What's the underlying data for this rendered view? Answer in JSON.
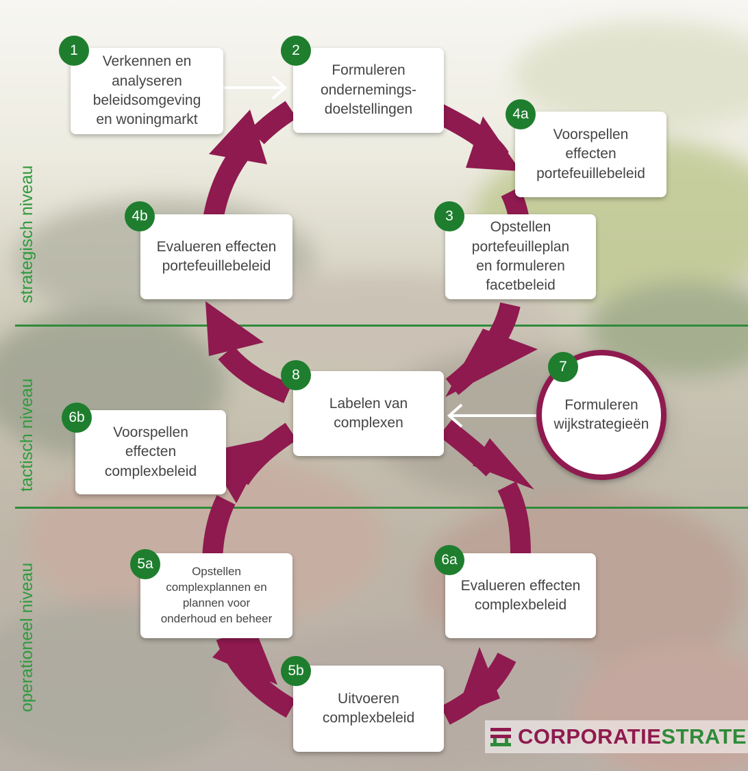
{
  "levels": {
    "strategic": "strategisch niveau",
    "tactical": "tactisch niveau",
    "operational": "operationeel niveau"
  },
  "steps": [
    {
      "num": "1",
      "label": "Verkennen en\nanalyseren\nbeleidsomgeving\nen woningmarkt"
    },
    {
      "num": "2",
      "label": "Formuleren\nondernemings-\ndoelstellingen"
    },
    {
      "num": "4a",
      "label": "Voorspellen\neffecten\nportefeuillebeleid"
    },
    {
      "num": "4b",
      "label": "Evalueren effecten\nportefeuillebeleid"
    },
    {
      "num": "3",
      "label": "Opstellen\nportefeuilleplan\nen formuleren\nfacetbeleid"
    },
    {
      "num": "8",
      "label": "Labelen van\ncomplexen"
    },
    {
      "num": "7",
      "label": "Formuleren\nwijkstrategieën"
    },
    {
      "num": "6b",
      "label": "Voorspellen\neffecten\ncomplexbeleid"
    },
    {
      "num": "5a",
      "label": "Opstellen\ncomplexplannen en\nplannen voor\nonderhoud en beheer"
    },
    {
      "num": "6a",
      "label": "Evalueren effecten\ncomplexbeleid"
    },
    {
      "num": "5b",
      "label": "Uitvoeren\ncomplexbeleid"
    }
  ],
  "logo": {
    "part1": "CORPORATIE",
    "part2": "STRATEEG"
  },
  "colors": {
    "arrow": "#8f1a4f",
    "badge": "#1e7e2e",
    "level_line": "#2e8b3a"
  }
}
